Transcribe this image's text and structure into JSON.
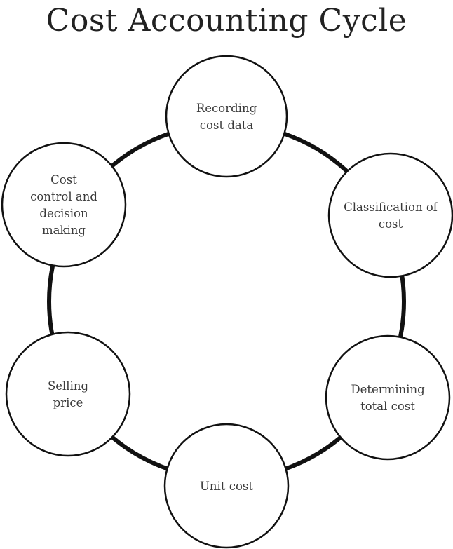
{
  "title": "Cost Accounting Cycle",
  "colors": {
    "stroke": "#111111",
    "node_fill": "#ffffff",
    "text": "#3a3a3a",
    "title": "#222222",
    "background": "#ffffff"
  },
  "nodes": [
    {
      "id": "recording",
      "lines": [
        "Recording",
        "cost data"
      ]
    },
    {
      "id": "classification",
      "lines": [
        "Classification of",
        "cost"
      ]
    },
    {
      "id": "total-cost",
      "lines": [
        "Determining",
        "total cost"
      ]
    },
    {
      "id": "unit-cost",
      "lines": [
        "Unit cost"
      ]
    },
    {
      "id": "selling-price",
      "lines": [
        "Selling",
        "price"
      ]
    },
    {
      "id": "cost-control",
      "lines": [
        "Cost",
        "control and",
        "decision",
        "making"
      ]
    }
  ]
}
